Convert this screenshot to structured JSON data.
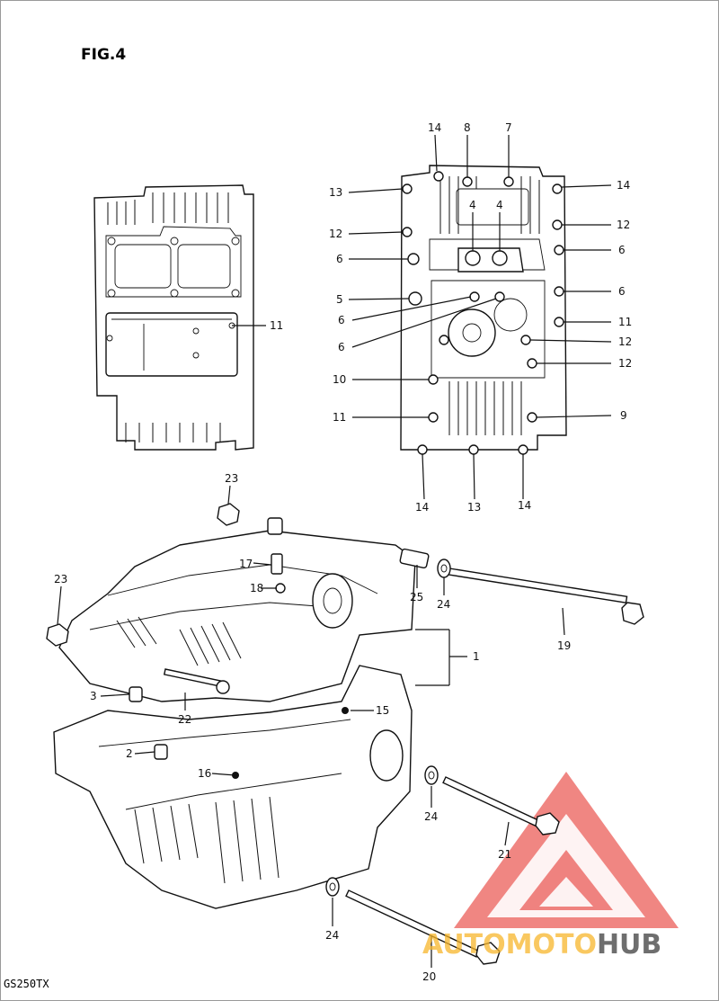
{
  "figure": {
    "title": "FIG.4",
    "model": "GS250TX"
  },
  "watermark": {
    "part1": "AUTO",
    "part2": "MOTO",
    "part3": "HUB",
    "colors": {
      "triangle": "#e8413c",
      "auto": "#f7b52b",
      "moto": "#f7b52b",
      "hub": "#555555"
    }
  },
  "callouts": {
    "c1": "1",
    "c2": "2",
    "c3": "3",
    "c4a": "4",
    "c4b": "4",
    "c5": "5",
    "c6a": "6",
    "c6b": "6",
    "c6c": "6",
    "c6d": "6",
    "c6e": "6",
    "c7": "7",
    "c8": "8",
    "c9": "9",
    "c10": "10",
    "c11a": "11",
    "c11b": "11",
    "c11c": "11",
    "c12a": "12",
    "c12b": "12",
    "c12c": "12",
    "c12d": "12",
    "c13a": "13",
    "c13b": "13",
    "c14a": "14",
    "c14b": "14",
    "c14c": "14",
    "c14d": "14",
    "c15": "15",
    "c16": "16",
    "c17": "17",
    "c18": "18",
    "c19": "19",
    "c20": "20",
    "c21": "21",
    "c22": "22",
    "c23a": "23",
    "c23b": "23",
    "c24a": "24",
    "c24b": "24",
    "c24c": "24",
    "c25": "25"
  }
}
